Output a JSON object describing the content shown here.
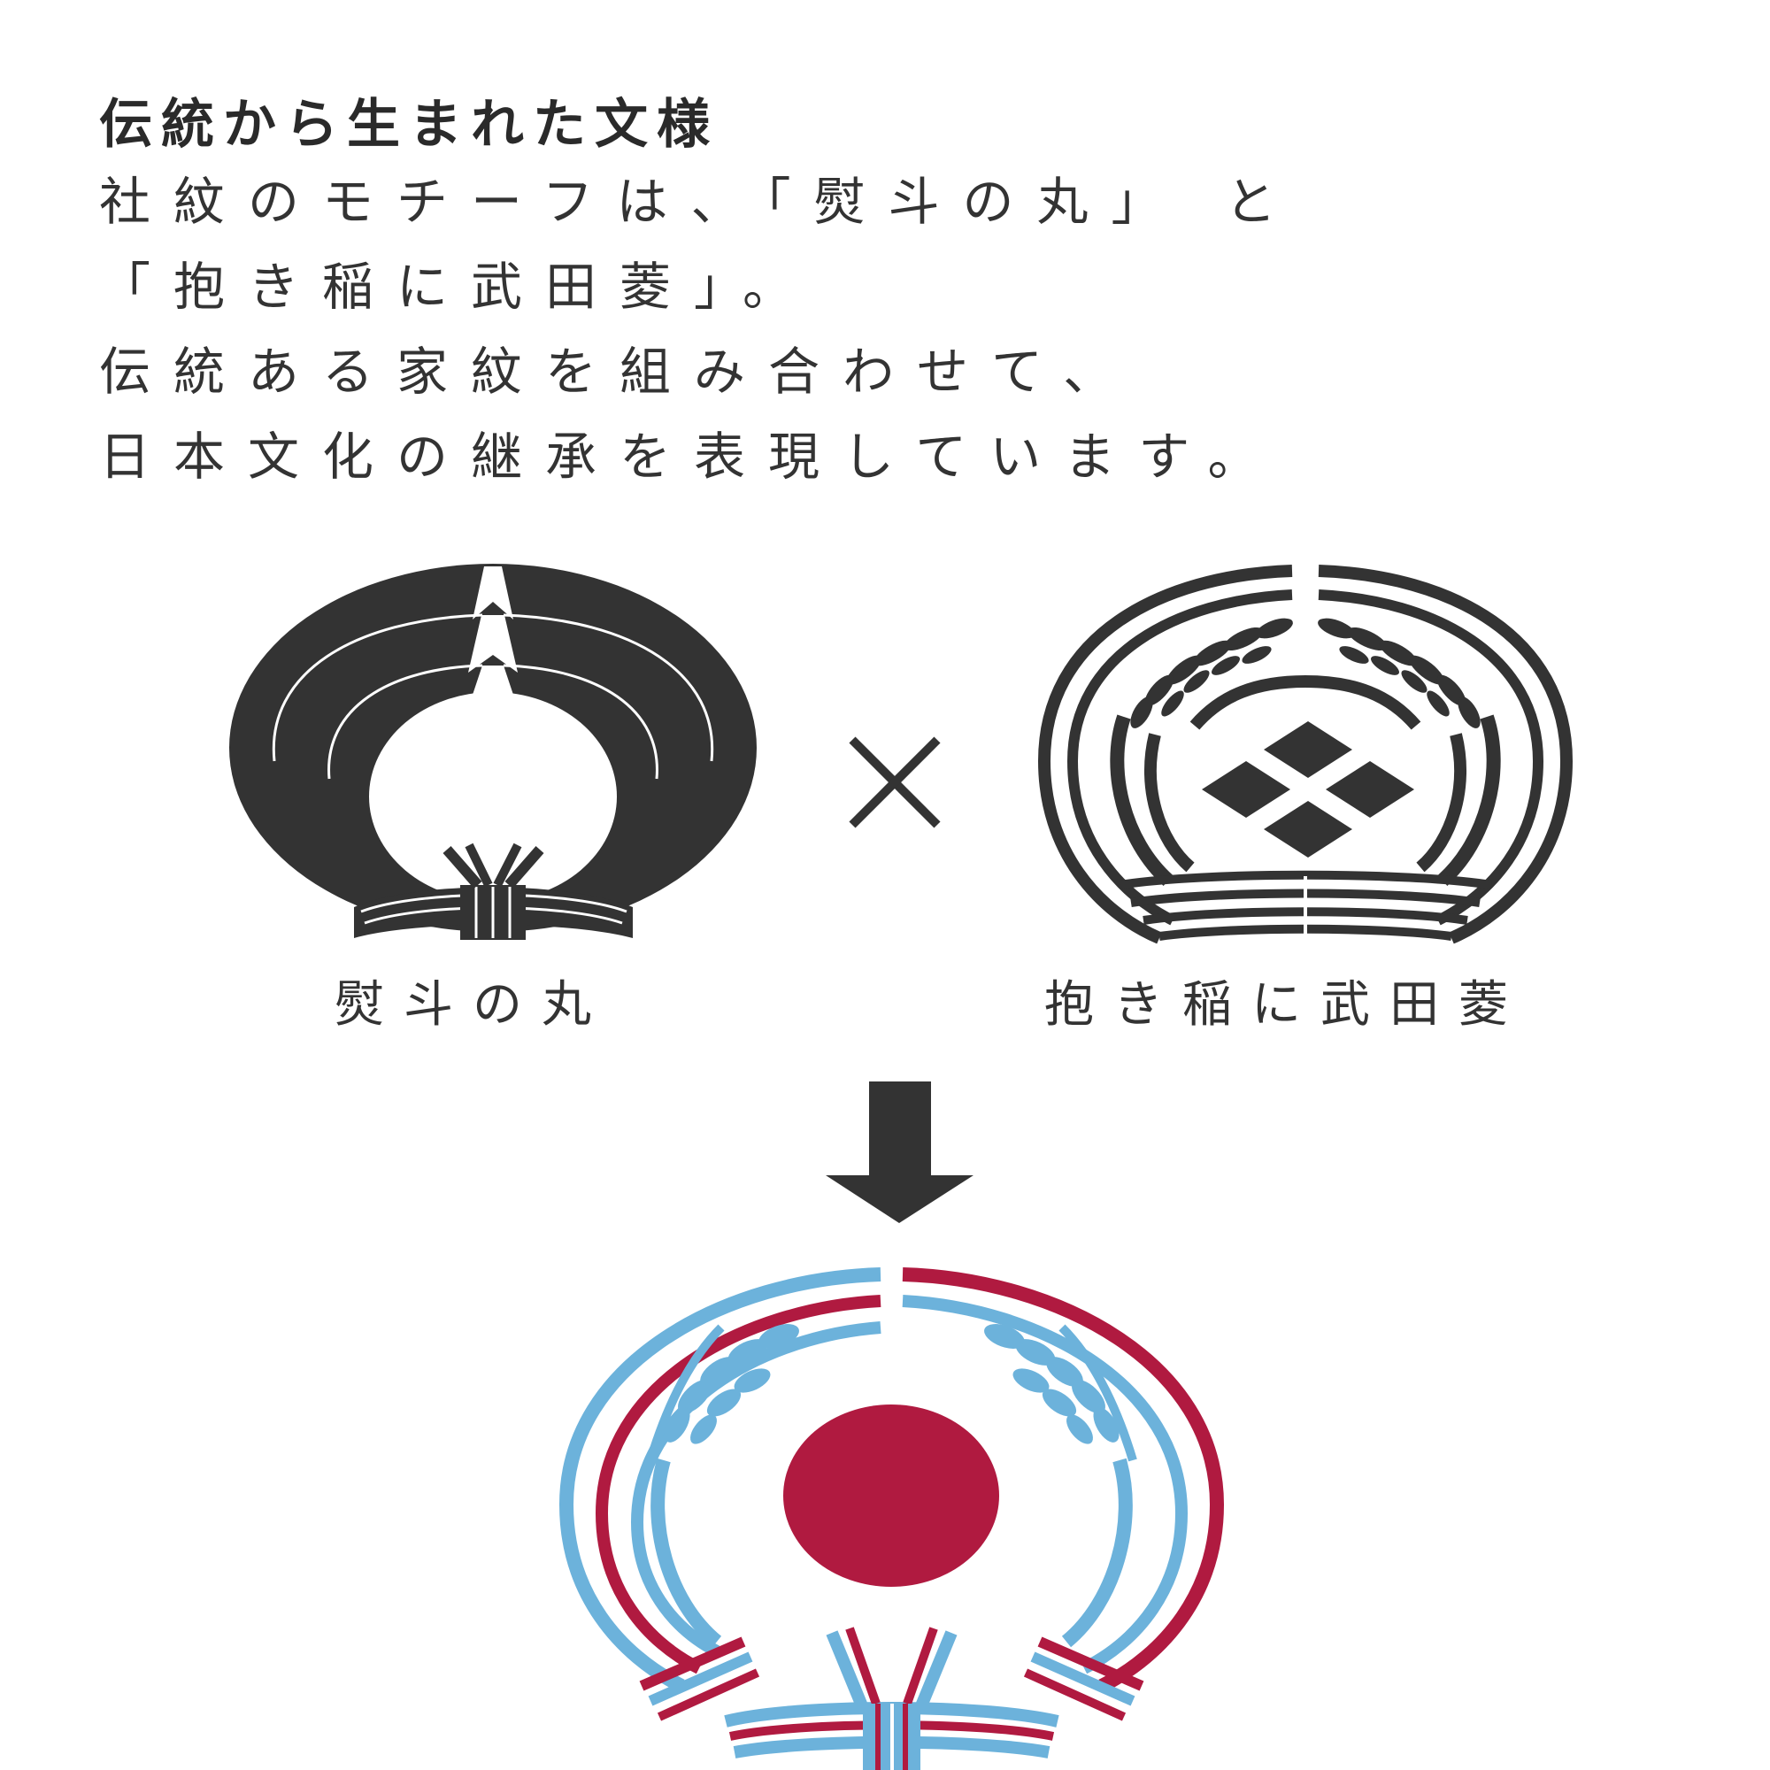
{
  "heading": "伝統から生まれた文様",
  "body_lines": [
    "社紋のモチーフは、「熨斗の丸」 と",
    "「抱き稲に武田菱」。",
    "伝統ある家紋を組み合わせて、",
    "日本文化の継承を表現しています。"
  ],
  "emblems": {
    "left_label": "熨斗の丸",
    "right_label": "抱き稲に武田菱"
  },
  "colors": {
    "ink": "#333333",
    "accent_blue": "#6cb2db",
    "accent_red": "#b01a40"
  }
}
